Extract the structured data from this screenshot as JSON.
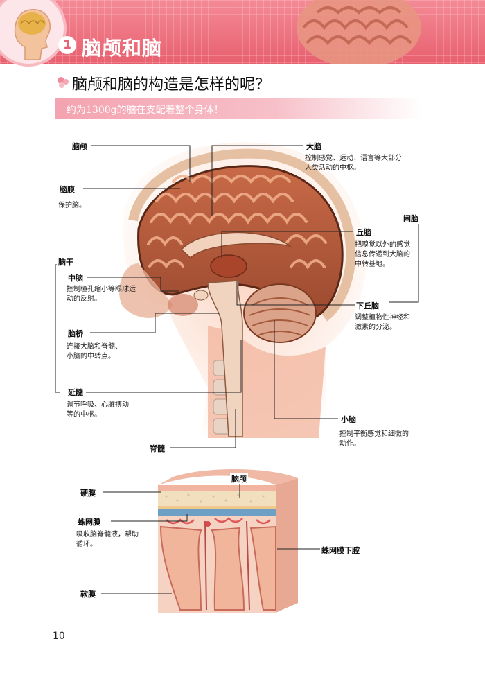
{
  "chapter": {
    "number": "1",
    "title": "脑颅和脑"
  },
  "section": {
    "title": "脑颅和脑的构造是怎样的呢？"
  },
  "subtitle": "约为1300g的脑在支配着整个身体！",
  "labels": {
    "skull": "脑颅",
    "cerebrum": "大脑",
    "cerebrum_desc": [
      "控制感觉、运动、语言等大部分",
      "人类活动的中枢。"
    ],
    "meninges": "脑膜",
    "meninges_desc": "保护脑。",
    "diencephalon": "间脑",
    "thalamus": "丘脑",
    "thalamus_desc": [
      "把嗅觉以外的感觉",
      "信息传递到大脑的",
      "中转基地。"
    ],
    "brainstem": "脑干",
    "midbrain": "中脑",
    "midbrain_desc": [
      "控制瞳孔缩小等眼球运",
      "动的反射。"
    ],
    "hypothalamus": "下丘脑",
    "hypothalamus_desc": [
      "调整植物性神经和",
      "激素的分泌。"
    ],
    "pons": "脑桥",
    "pons_desc": [
      "连接大脑和脊髓、",
      "小脑的中转点。"
    ],
    "medulla": "延髓",
    "medulla_desc": [
      "调节呼吸、心脏搏动",
      "等的中枢。"
    ],
    "cerebellum": "小脑",
    "cerebellum_desc": [
      "控制平衡感觉和细微的",
      "动作。"
    ],
    "spinal_cord": "脊髓"
  },
  "detail": {
    "skull": "脑颅",
    "dura": "硬膜",
    "arachnoid": "蛛网膜",
    "arachnoid_desc": [
      "吸收脑脊髓液，帮助",
      "循环。"
    ],
    "subarachnoid": "蛛网膜下腔",
    "pia": "软膜"
  },
  "page_number": "10",
  "colors": {
    "header": "#e8606f",
    "subbar": "#f4a3b0",
    "brain": "#b5553a",
    "skin": "#f3b8a0"
  }
}
